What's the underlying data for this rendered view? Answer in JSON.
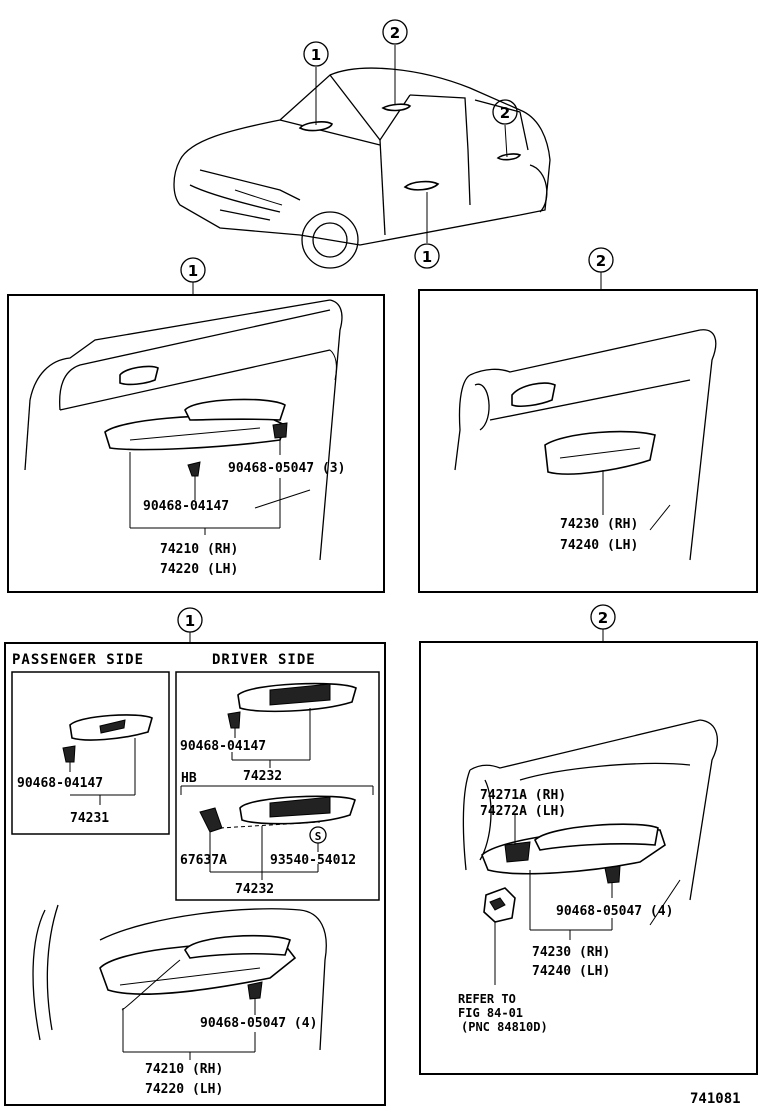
{
  "callouts": {
    "one": "1",
    "two": "2"
  },
  "panels": {
    "front_inside": {
      "clip_part": "90468-05047 (3)",
      "clip_part_2": "90468-04147",
      "handle_rh": "74210 (RH)",
      "handle_lh": "74220 (LH)"
    },
    "rear_inside": {
      "handle_rh": "74230 (RH)",
      "handle_lh": "74240 (LH)"
    },
    "front_switch": {
      "passenger_title": "PASSENGER SIDE",
      "driver_title": "DRIVER SIDE",
      "passenger_clip": "90468-04147",
      "passenger_base": "74231",
      "driver_clip": "90468-04147",
      "driver_base": "74232",
      "hb_label": "HB",
      "hb_part_a": "67637A",
      "hb_part_b": "93540-54012",
      "hb_s_mark": "S",
      "hb_base": "74232",
      "handle_clip": "90468-05047 (4)",
      "handle_rh": "74210 (RH)",
      "handle_lh": "74220 (LH)"
    },
    "rear_switch": {
      "switch_rh": "74271A (RH)",
      "switch_lh": "74272A (LH)",
      "clip": "90468-05047 (4)",
      "handle_rh": "74230 (RH)",
      "handle_lh": "74240 (LH)",
      "refer_1": "REFER TO",
      "refer_2": "FIG 84-01",
      "refer_3": "(PNC 84810D)"
    }
  },
  "figure_code": "741081"
}
